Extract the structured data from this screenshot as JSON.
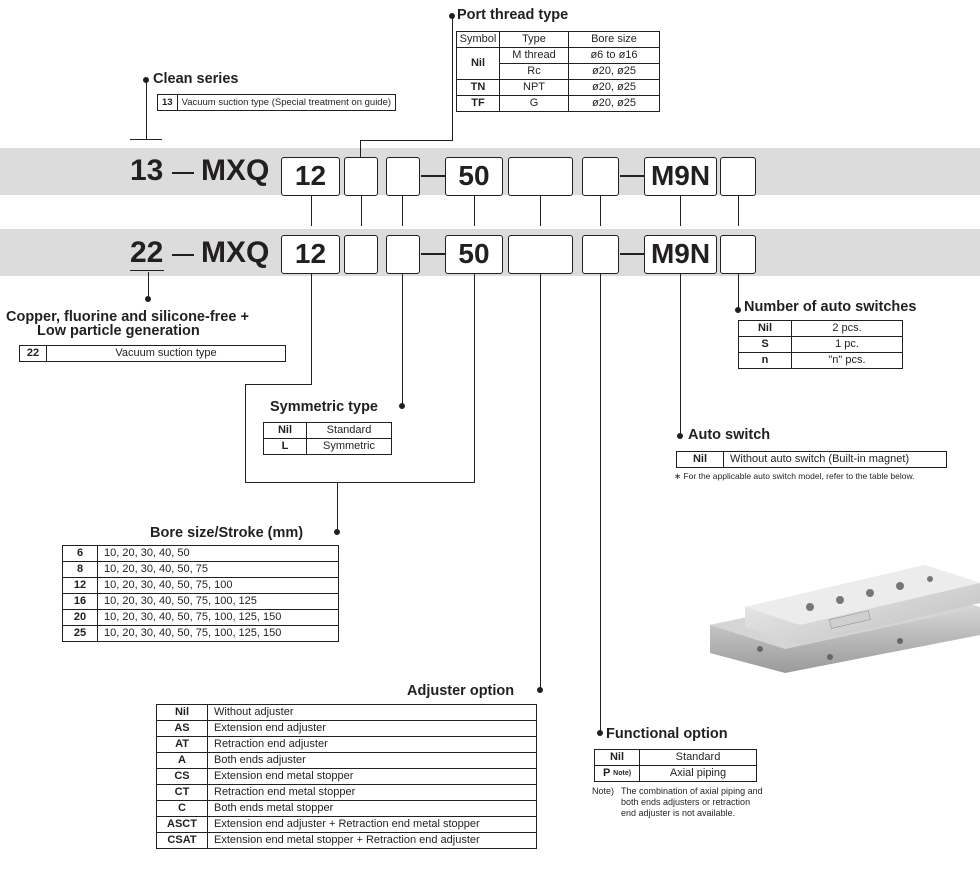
{
  "part_number_top": {
    "prefix": "13",
    "model": "MXQ",
    "bore": "12",
    "stroke": "50",
    "switch": "M9N"
  },
  "part_number_bottom": {
    "prefix": "22",
    "model": "MXQ",
    "bore": "12",
    "stroke": "50",
    "switch": "M9N"
  },
  "clean_series": {
    "title": "Clean series",
    "code": "13",
    "desc": "Vacuum suction type (Special treatment on guide)"
  },
  "copper_free": {
    "title_line1": "Copper, fluorine and silicone-free +",
    "title_line2": "Low particle generation",
    "code": "22",
    "desc": "Vacuum suction type"
  },
  "port_thread": {
    "title": "Port thread type",
    "headers": [
      "Symbol",
      "Type",
      "Bore size"
    ],
    "rows": [
      {
        "symbol": "Nil",
        "type": "M thread",
        "bore": "ø6 to ø16"
      },
      {
        "symbol": "",
        "type": "Rc",
        "bore": "ø20, ø25"
      },
      {
        "symbol": "TN",
        "type": "NPT",
        "bore": "ø20, ø25"
      },
      {
        "symbol": "TF",
        "type": "G",
        "bore": "ø20, ø25"
      }
    ]
  },
  "symmetric": {
    "title": "Symmetric type",
    "rows": [
      {
        "k": "Nil",
        "v": "Standard"
      },
      {
        "k": "L",
        "v": "Symmetric"
      }
    ]
  },
  "bore_stroke": {
    "title": "Bore size/Stroke (mm)",
    "rows": [
      {
        "k": "6",
        "v": "10, 20, 30, 40, 50"
      },
      {
        "k": "8",
        "v": "10, 20, 30, 40, 50, 75"
      },
      {
        "k": "12",
        "v": "10, 20, 30, 40, 50, 75, 100"
      },
      {
        "k": "16",
        "v": "10, 20, 30, 40, 50, 75, 100, 125"
      },
      {
        "k": "20",
        "v": "10, 20, 30, 40, 50, 75, 100, 125, 150"
      },
      {
        "k": "25",
        "v": "10, 20, 30, 40, 50, 75, 100, 125, 150"
      }
    ]
  },
  "adjuster": {
    "title": "Adjuster option",
    "rows": [
      {
        "k": "Nil",
        "v": "Without adjuster"
      },
      {
        "k": "AS",
        "v": "Extension end adjuster"
      },
      {
        "k": "AT",
        "v": "Retraction end adjuster"
      },
      {
        "k": "A",
        "v": "Both ends adjuster"
      },
      {
        "k": "CS",
        "v": "Extension end metal stopper"
      },
      {
        "k": "CT",
        "v": "Retraction end metal stopper"
      },
      {
        "k": "C",
        "v": "Both ends metal stopper"
      },
      {
        "k": "ASCT",
        "v": "Extension end adjuster + Retraction end metal stopper"
      },
      {
        "k": "CSAT",
        "v": "Extension end metal stopper + Retraction end adjuster"
      }
    ]
  },
  "functional": {
    "title": "Functional option",
    "rows": [
      {
        "k": "Nil",
        "sup": "",
        "v": "Standard"
      },
      {
        "k": "P",
        "sup": "Note)",
        "v": "Axial piping"
      }
    ],
    "note_label": "Note)",
    "note": "The combination of axial piping and both ends adjusters or retraction end adjuster is not available."
  },
  "num_switches": {
    "title": "Number of auto switches",
    "rows": [
      {
        "k": "Nil",
        "v": "2 pcs."
      },
      {
        "k": "S",
        "v": "1 pc."
      },
      {
        "k": "n",
        "v": "\"n\" pcs."
      }
    ]
  },
  "auto_switch": {
    "title": "Auto switch",
    "code": "Nil",
    "desc": "Without auto switch (Built-in magnet)",
    "note": "∗ For the applicable auto switch model, refer to the table below."
  }
}
